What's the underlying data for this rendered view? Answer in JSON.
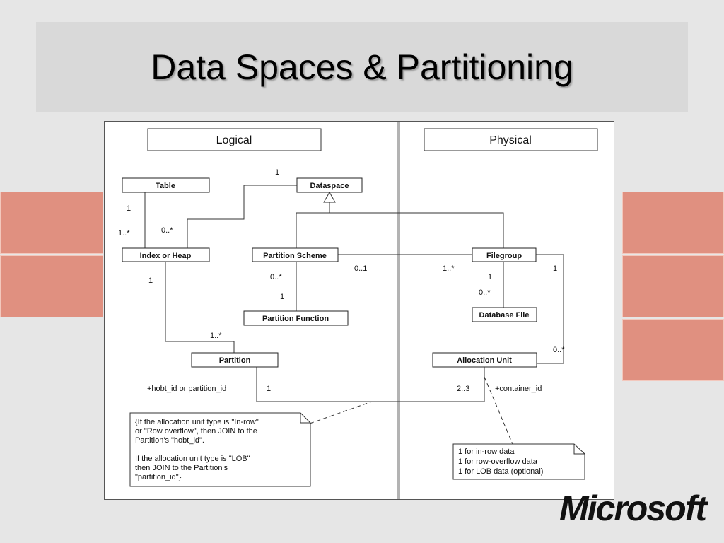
{
  "slide": {
    "title": "Data Spaces & Partitioning",
    "logo": "Microsoft"
  },
  "diagram": {
    "sections": {
      "logical": "Logical",
      "physical": "Physical"
    },
    "boxes": {
      "table": "Table",
      "dataspace": "Dataspace",
      "index_or_heap": "Index or Heap",
      "partition_scheme": "Partition Scheme",
      "filegroup": "Filegroup",
      "partition_function": "Partition Function",
      "database_file": "Database File",
      "partition": "Partition",
      "allocation_unit": "Allocation Unit"
    },
    "multiplicities": {
      "dataspace_top": "1",
      "table_index": "1",
      "index_table": "1..*",
      "index_dataspace": "0..*",
      "index_partition_left": "1",
      "scheme_function": "0..*",
      "function_scheme": "1",
      "scheme_filegroup": "0..1",
      "filegroup_scheme": "1..*",
      "filegroup_file": "1",
      "file_filegroup": "0..*",
      "filegroup_alloc": "1",
      "alloc_filegroup": "0..*",
      "partition_index": "1..*",
      "partition_alloc": "1",
      "alloc_partition": "2..3"
    },
    "attributes": {
      "partition_attr": "+hobt_id or partition_id",
      "alloc_attr": "+container_id"
    },
    "notes": {
      "join_note": [
        "{If the allocation unit type is \"In-row\"",
        "or \"Row overflow\", then JOIN to the",
        "Partition's \"hobt_id\".",
        "",
        "If the allocation unit type is \"LOB\"",
        "then JOIN to the Partition's",
        "\"partition_id\"}"
      ],
      "count_note": [
        "1 for in-row data",
        "1 for row-overflow data",
        "1 for LOB data (optional)"
      ]
    }
  },
  "colors": {
    "background": "#e6e6e6",
    "title_band": "#d9d9d9",
    "decoration": "#e09080"
  }
}
